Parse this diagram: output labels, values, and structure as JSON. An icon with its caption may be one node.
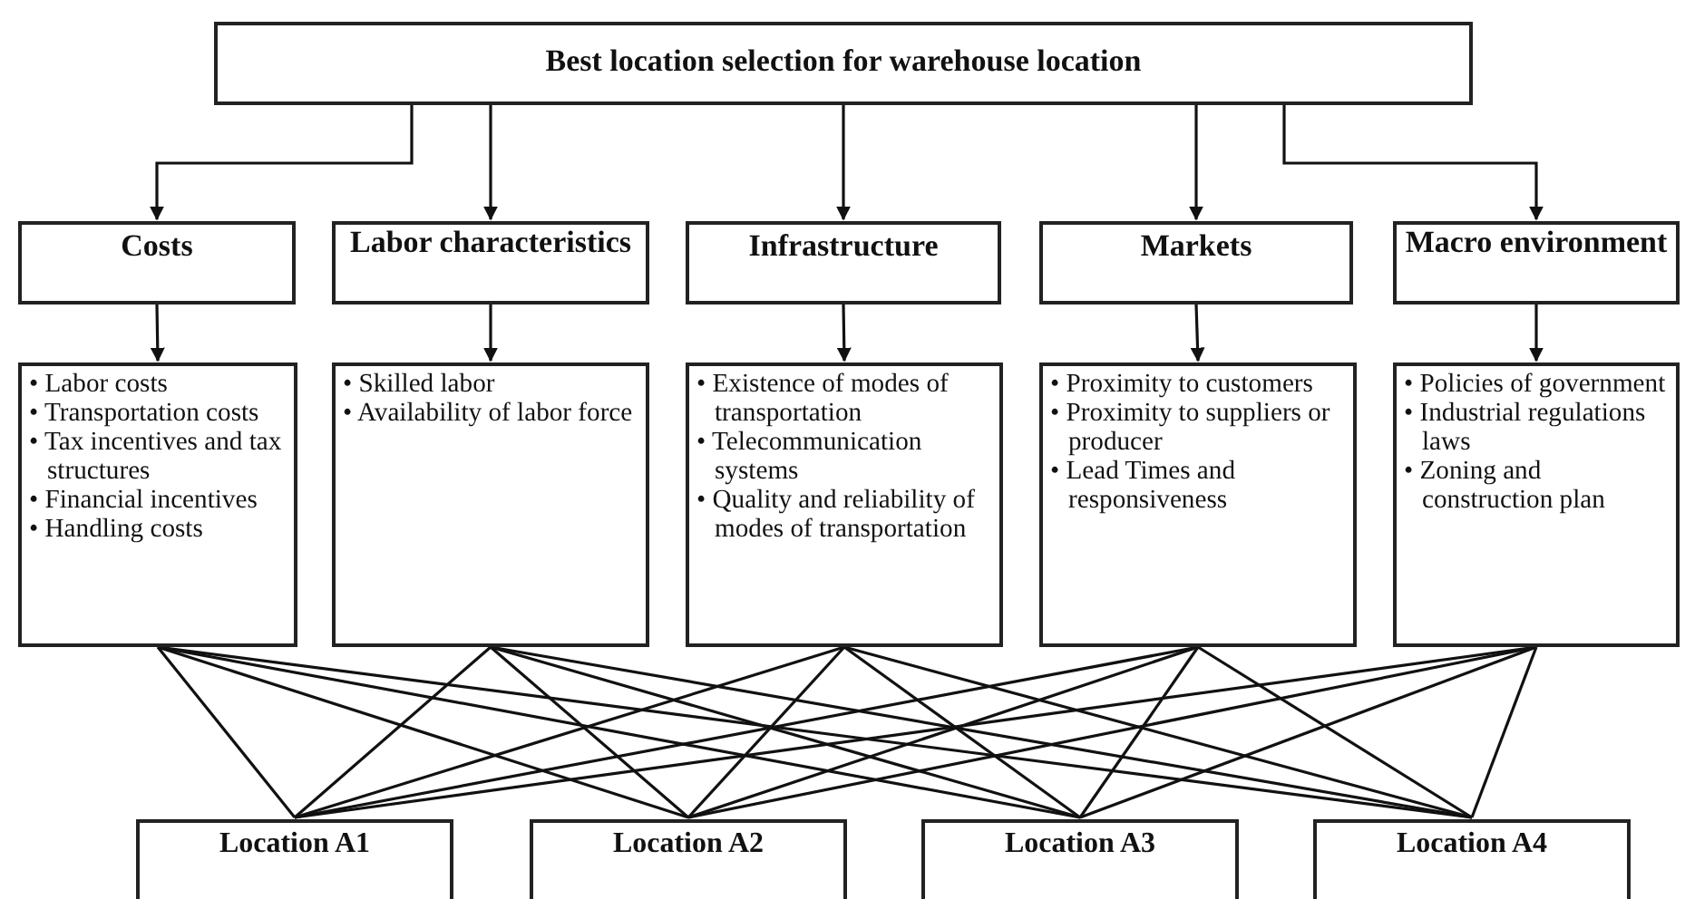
{
  "diagram": {
    "nodes": [
      {
        "text": [
          "Best location selection for warehouse location"
        ]
      },
      {
        "text": [
          "Costs"
        ]
      },
      {
        "text": [
          "Labor characteristics"
        ]
      },
      {
        "text": [
          "Infrastructure"
        ]
      },
      {
        "text": [
          "Markets"
        ]
      },
      {
        "text": [
          "Macro environment"
        ]
      },
      {
        "text": [
          "• Labor costs",
          "• Transportation costs",
          "• Tax incentives and tax structures",
          "• Financial incentives",
          "• Handling costs"
        ]
      },
      {
        "text": [
          "• Skilled labor",
          "• Availability of labor force"
        ]
      },
      {
        "text": [
          "• Existence of modes of transportation",
          "• Telecommunication systems",
          "• Quality and reliability of modes of transportation"
        ]
      },
      {
        "text": [
          "• Proximity to customers",
          "• Proximity to suppliers or producer",
          "• Lead Times and responsiveness"
        ]
      },
      {
        "text": [
          "• Policies of government",
          "• Industrial regulations laws",
          "• Zoning and construction plan"
        ]
      },
      {
        "text": [
          "Location A1"
        ]
      },
      {
        "text": [
          "Location A2"
        ]
      },
      {
        "text": [
          "Location A3"
        ]
      },
      {
        "text": [
          "Location A4"
        ]
      }
    ],
    "edges": [
      {
        "from": 0,
        "to": 1,
        "arrow": "to"
      },
      {
        "from": 0,
        "to": 2,
        "arrow": "to"
      },
      {
        "from": 0,
        "to": 3,
        "arrow": "to"
      },
      {
        "from": 0,
        "to": 4,
        "arrow": "to"
      },
      {
        "from": 0,
        "to": 5,
        "arrow": "to"
      },
      {
        "from": 1,
        "to": 6,
        "arrow": "to"
      },
      {
        "from": 2,
        "to": 7,
        "arrow": "to"
      },
      {
        "from": 3,
        "to": 8,
        "arrow": "to"
      },
      {
        "from": 4,
        "to": 9,
        "arrow": "to"
      },
      {
        "from": 5,
        "to": 10,
        "arrow": "to"
      },
      {
        "from": 6,
        "to": 11,
        "arrow": "none"
      },
      {
        "from": 6,
        "to": 12,
        "arrow": "none"
      },
      {
        "from": 6,
        "to": 13,
        "arrow": "none"
      },
      {
        "from": 6,
        "to": 14,
        "arrow": "none"
      },
      {
        "from": 7,
        "to": 11,
        "arrow": "none"
      },
      {
        "from": 7,
        "to": 12,
        "arrow": "none"
      },
      {
        "from": 7,
        "to": 13,
        "arrow": "none"
      },
      {
        "from": 7,
        "to": 14,
        "arrow": "none"
      },
      {
        "from": 8,
        "to": 11,
        "arrow": "none"
      },
      {
        "from": 8,
        "to": 12,
        "arrow": "none"
      },
      {
        "from": 8,
        "to": 13,
        "arrow": "none"
      },
      {
        "from": 8,
        "to": 14,
        "arrow": "none"
      },
      {
        "from": 9,
        "to": 11,
        "arrow": "none"
      },
      {
        "from": 9,
        "to": 12,
        "arrow": "none"
      },
      {
        "from": 9,
        "to": 13,
        "arrow": "none"
      },
      {
        "from": 9,
        "to": 14,
        "arrow": "none"
      },
      {
        "from": 10,
        "to": 11,
        "arrow": "none"
      },
      {
        "from": 10,
        "to": 12,
        "arrow": "none"
      },
      {
        "from": 10,
        "to": 13,
        "arrow": "none"
      },
      {
        "from": 10,
        "to": 14,
        "arrow": "none"
      }
    ]
  }
}
